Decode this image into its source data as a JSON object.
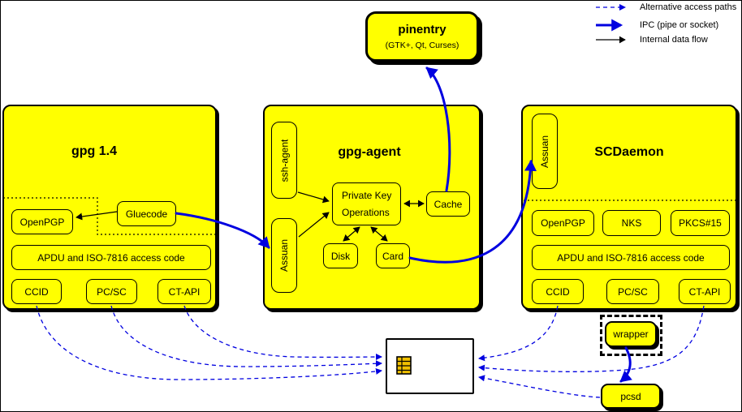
{
  "colors": {
    "yellow": "#ffff00",
    "blue": "#0000e0",
    "black": "#000000"
  },
  "legend": {
    "alt": "Alternative access paths",
    "ipc": "IPC (pipe or socket)",
    "internal": "Internal data flow"
  },
  "pinentry": {
    "title": "pinentry",
    "subtitle": "(GTK+, Qt, Curses)"
  },
  "gpg14": {
    "title": "gpg 1.4",
    "openpgp": "OpenPGP",
    "gluecode": "Gluecode",
    "apdu": "APDU and ISO-7816 access code",
    "ccid": "CCID",
    "pcsc": "PC/SC",
    "ctapi": "CT-API"
  },
  "gpgagent": {
    "title": "gpg-agent",
    "sshagent": "ssh-agent",
    "assuan": "Assuan",
    "pko1": "Private Key",
    "pko2": "Operations",
    "cache": "Cache",
    "disk": "Disk",
    "card": "Card"
  },
  "scdaemon": {
    "title": "SCDaemon",
    "assuan": "Assuan",
    "openpgp": "OpenPGP",
    "nks": "NKS",
    "pkcs15": "PKCS#15",
    "apdu": "APDU and ISO-7816 access code",
    "ccid": "CCID",
    "pcsc": "PC/SC",
    "ctapi": "CT-API"
  },
  "bottom": {
    "wrapper": "wrapper",
    "pcsd": "pcsd"
  }
}
